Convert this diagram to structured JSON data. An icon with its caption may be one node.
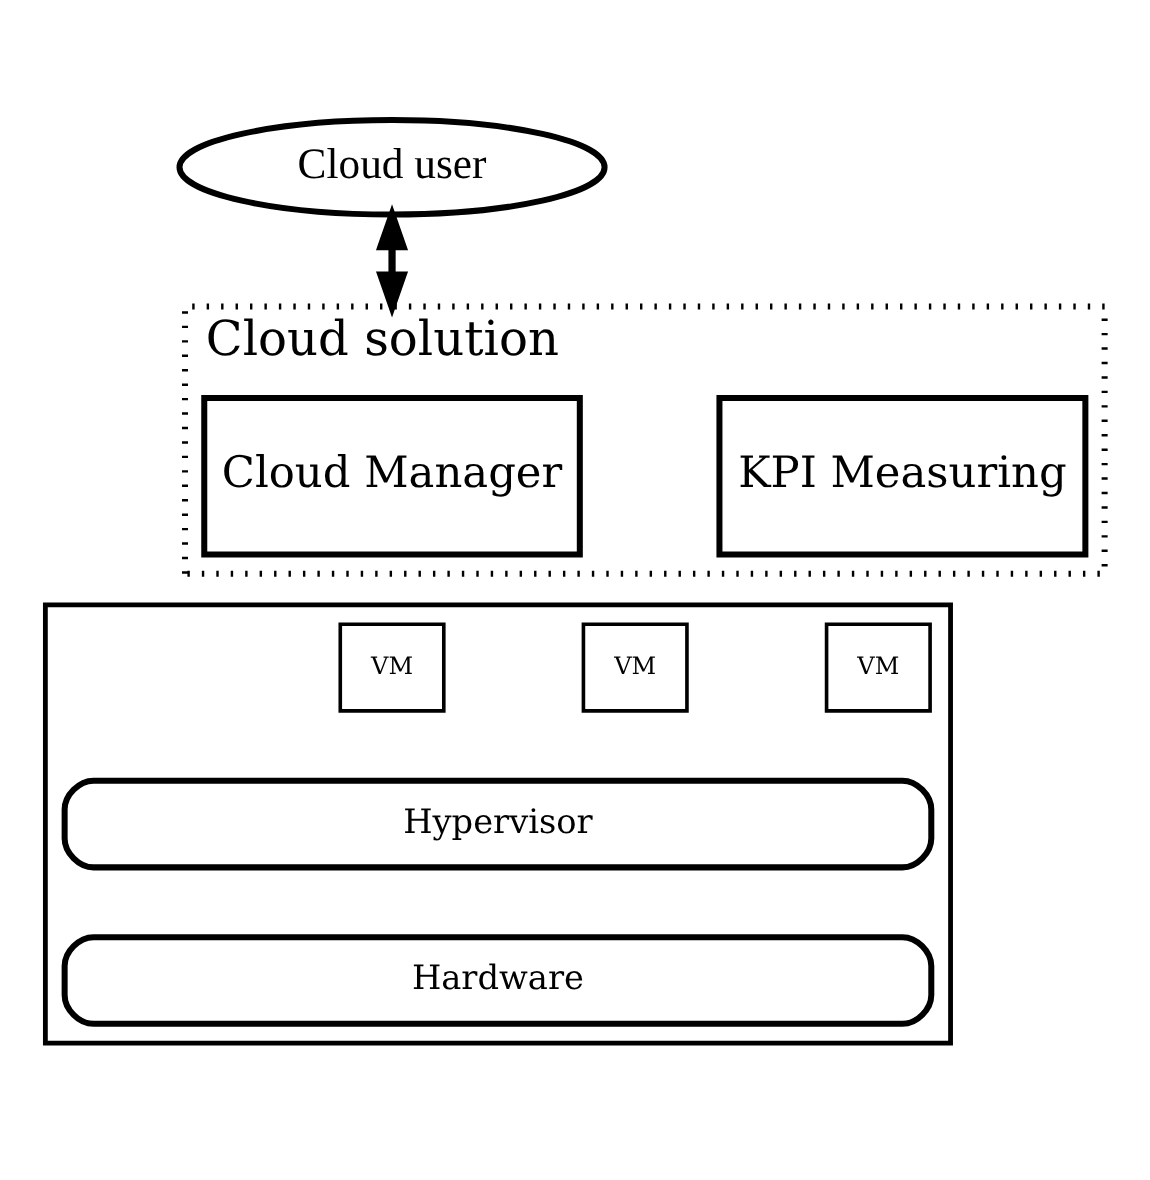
{
  "diagram": {
    "nodes": [
      {
        "text": [
          "Cloud user"
        ]
      },
      {
        "text": [
          "Cloud solution"
        ]
      },
      {
        "text": [
          "Cloud Manager"
        ],
        "in": 1
      },
      {
        "text": [
          "KPI Measuring"
        ],
        "in": 1
      },
      {
        "text": [],
        "shape": "box"
      },
      {
        "text": [
          "VM"
        ],
        "in": 4
      },
      {
        "text": [
          "VM"
        ],
        "in": 4
      },
      {
        "text": [
          "VM"
        ],
        "in": 4
      },
      {
        "text": [
          "Hypervisor"
        ],
        "in": 4
      },
      {
        "text": [
          "Hardware"
        ],
        "in": 4
      }
    ],
    "edges": [
      {
        "from": 0,
        "to": 1,
        "arrow": "both"
      }
    ]
  }
}
